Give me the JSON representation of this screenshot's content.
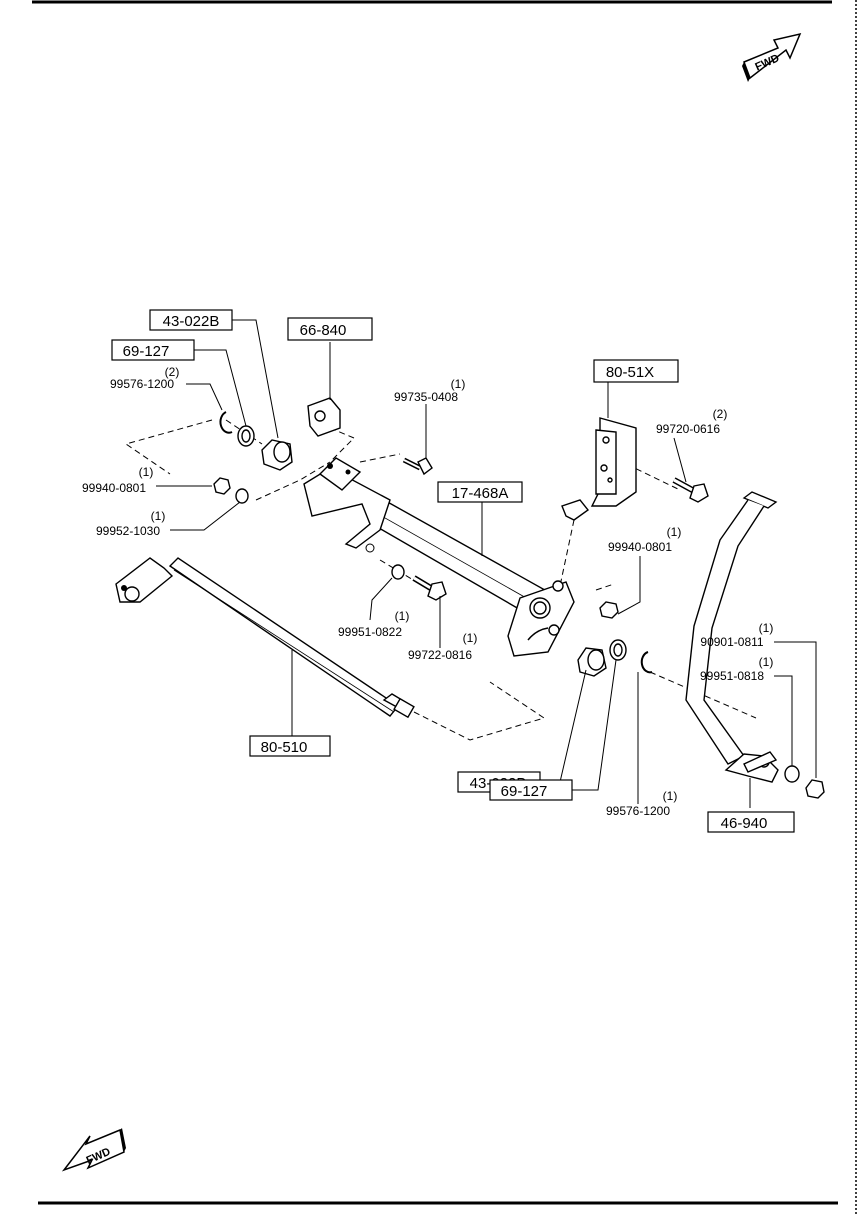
{
  "fwd_labels": {
    "top": "FWD",
    "bottom": "FWD"
  },
  "callouts": {
    "c43022b_top": "43-022B",
    "c69127_top": "69-127",
    "c66840": "66-840",
    "c80_51x": "80-51X",
    "c17_468a": "17-468A",
    "c80_510": "80-510",
    "c43022b_bottom": "43-022B",
    "c69127_bottom": "69-127",
    "c46_940": "46-940"
  },
  "parts": {
    "p99576_1200_top": {
      "qty": "(2)",
      "number": "99576-1200"
    },
    "p99940_0801_left": {
      "qty": "(1)",
      "number": "99940-0801"
    },
    "p99952_1030": {
      "qty": "(1)",
      "number": "99952-1030"
    },
    "p99735_0408": {
      "qty": "(1)",
      "number": "99735-0408"
    },
    "p99720_0616": {
      "qty": "(2)",
      "number": "99720-0616"
    },
    "p99940_0801_right": {
      "qty": "(1)",
      "number": "99940-0801"
    },
    "p99951_0822": {
      "qty": "(1)",
      "number": "99951-0822"
    },
    "p99722_0816": {
      "qty": "(1)",
      "number": "99722-0816"
    },
    "p90901_0811": {
      "qty": "(1)",
      "number": "90901-0811"
    },
    "p99951_0818": {
      "qty": "(1)",
      "number": "99951-0818"
    },
    "p99576_1200_bottom": {
      "qty": "(1)",
      "number": "99576-1200"
    }
  }
}
